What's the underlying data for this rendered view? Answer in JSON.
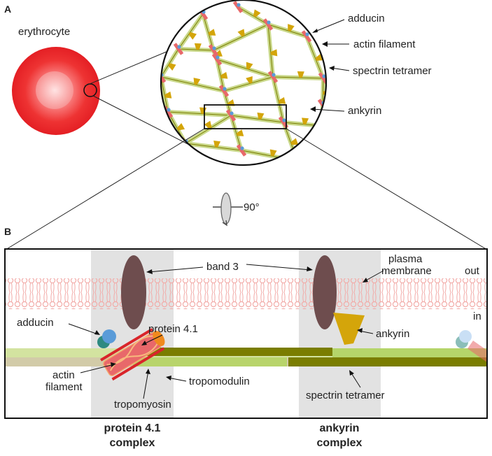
{
  "panel_a": {
    "letter": "A",
    "erythrocyte_label": "erythrocyte",
    "labels": {
      "adducin": "adducin",
      "actin_filament": "actin filament",
      "spectrin_tetramer": "spectrin tetramer",
      "ankyrin": "ankyrin"
    },
    "rotation_label": "90°"
  },
  "panel_b": {
    "letter": "B",
    "labels": {
      "band3": "band 3",
      "plasma_membrane_line1": "plasma",
      "plasma_membrane_line2": "membrane",
      "out": "out",
      "in": "in",
      "adducin": "adducin",
      "protein41": "protein 4.1",
      "ankyrin": "ankyrin",
      "actin_line1": "actin",
      "actin_line2": "filament",
      "tropomodulin": "tropomodulin",
      "tropomyosin": "tropomyosin",
      "spectrin_tetramer": "spectrin tetramer"
    },
    "complexes": {
      "protein41_line1": "protein 4.1",
      "protein41_line2": "complex",
      "ankyrin_line1": "ankyrin",
      "ankyrin_line2": "complex"
    }
  },
  "colors": {
    "rbc": "#e8262b",
    "spectrin": "#c9d889",
    "spectrin_dark": "#7a7d00",
    "actin": "#e8686a",
    "ankyrin": "#d4a50a",
    "band3": "#6e4d4e",
    "adducin": "#5a9bd8",
    "adducin_teal": "#2e8a80",
    "tropomodulin": "#f08a1e",
    "membrane": "#f4b6b2",
    "complex_bg": "#e2e2e2"
  }
}
